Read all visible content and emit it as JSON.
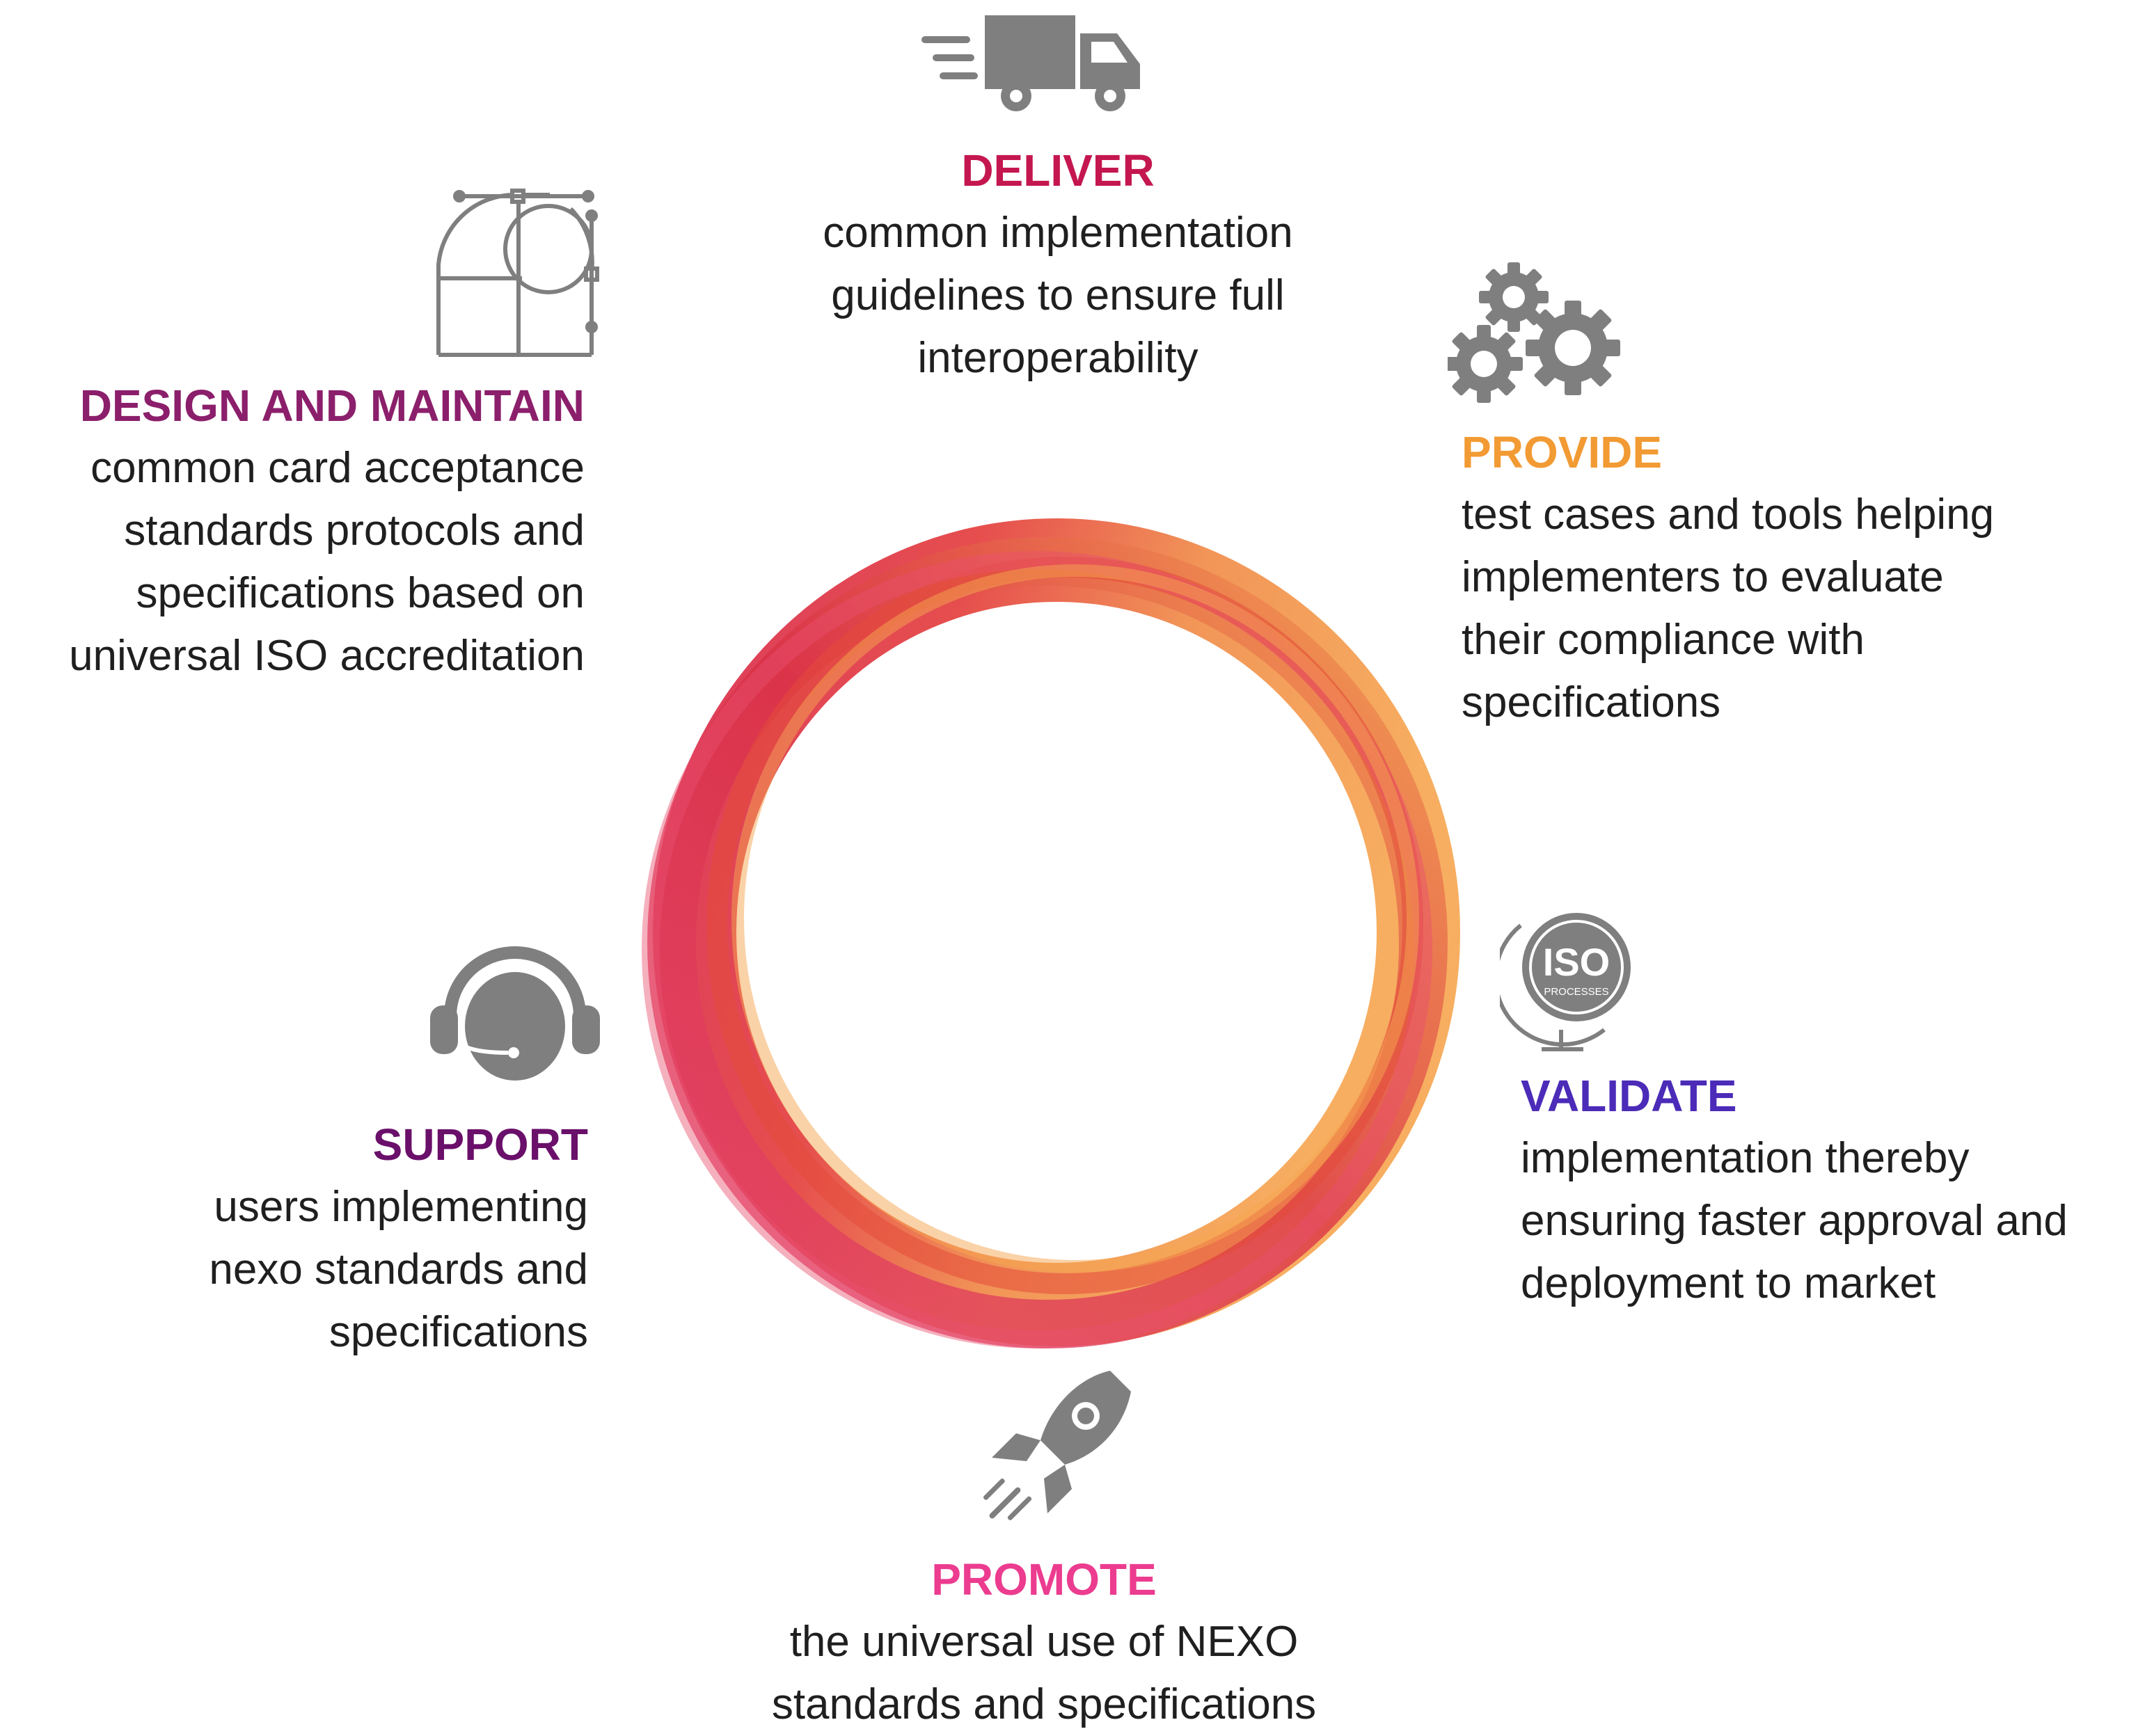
{
  "colors": {
    "icon_gray": "#7f7f7f",
    "ring_orange": "#f5a04a",
    "ring_red": "#dc2f3b",
    "ring_pink": "#e0436f"
  },
  "items": {
    "deliver": {
      "title": "DELIVER",
      "color": "#c4174f",
      "icon": "delivery-truck-icon",
      "lines": [
        "common implementation",
        "guidelines to ensure full",
        "interoperability"
      ]
    },
    "design": {
      "title": "DESIGN AND MAINTAIN",
      "color": "#8b1f6b",
      "icon": "design-tool-icon",
      "lines": [
        "common card acceptance",
        "standards protocols and",
        "specifications based on",
        "universal ISO accreditation"
      ]
    },
    "provide": {
      "title": "PROVIDE",
      "color": "#f29a33",
      "icon": "gears-icon",
      "lines": [
        "test cases and tools helping",
        "implementers to evaluate",
        "their compliance with",
        "specifications"
      ]
    },
    "validate": {
      "title": "VALIDATE",
      "color": "#4b2bb8",
      "icon": "iso-globe-icon",
      "icon_text": "ISO",
      "icon_subtext": "PROCESSES",
      "lines": [
        "implementation thereby",
        "ensuring faster approval and",
        "deployment to market"
      ]
    },
    "support": {
      "title": "SUPPORT",
      "color": "#6a0f6a",
      "icon": "headset-icon",
      "lines": [
        "users implementing",
        "nexo standards and",
        "specifications"
      ]
    },
    "promote": {
      "title": "PROMOTE",
      "color": "#ec3c8f",
      "icon": "rocket-icon",
      "lines": [
        "the universal use of NEXO",
        "standards and specifications"
      ]
    }
  }
}
